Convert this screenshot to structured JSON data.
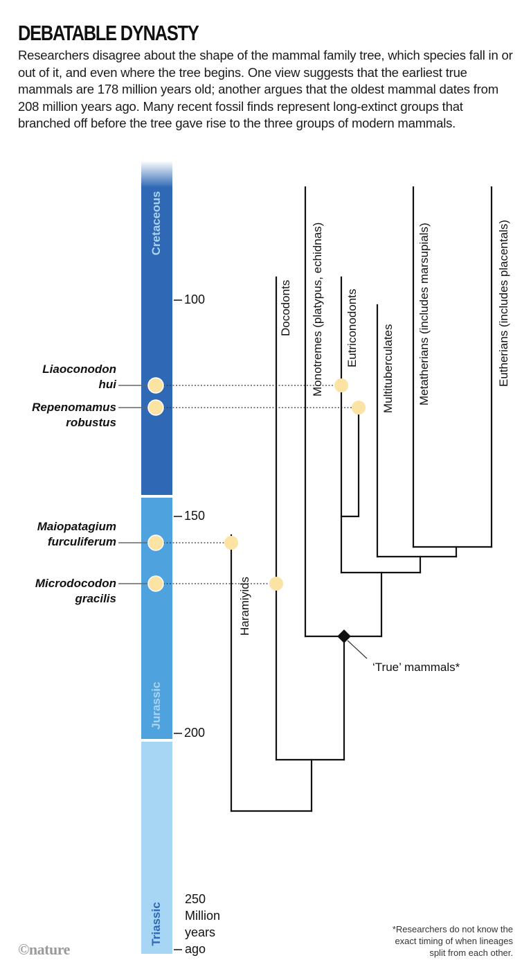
{
  "header": {
    "title": "DEBATABLE DYNASTY",
    "intro": "Researchers disagree about the shape of the mammal family tree, which species fall in or out of it, and even where the tree begins. One view suggests that the earliest true mammals are 178 million years old; another argues that the oldest mammal dates from 208 million years ago. Many recent fossil finds represent long-extinct groups that branched off before the tree gave rise to the three groups of modern mammals."
  },
  "timescale": {
    "ticks": [
      "100",
      "150",
      "200",
      "250"
    ],
    "units": [
      "Million",
      "years",
      "ago"
    ],
    "periods": [
      {
        "name": "Cretaceous",
        "color": "#2f68b4"
      },
      {
        "name": "Jurassic",
        "color": "#4ea3de"
      },
      {
        "name": "Triassic",
        "color": "#a6d6f4"
      }
    ]
  },
  "fossils": [
    {
      "genus": "Liaoconodon",
      "species": "hui",
      "age_mya": 120
    },
    {
      "genus": "Repenomamus",
      "species": "robustus",
      "age_mya": 125
    },
    {
      "genus": "Maiopatagium",
      "species": "furculiferum",
      "age_mya": 160
    },
    {
      "genus": "Microdocodon",
      "species": "gracilis",
      "age_mya": 165
    }
  ],
  "clades": {
    "haramiyids": "Haramiyids",
    "docodonts": "Docodonts",
    "monotremes": "Monotremes (platypus, echidnas)",
    "eutriconodonts": "Eutriconodonts",
    "multituberculates": "Multituberculates",
    "metatherians": "Metatherians (includes marsupials)",
    "eutherians": "Eutherians (includes placentals)"
  },
  "annotations": {
    "true_mammals": "‘True’ mammals*",
    "footnote": [
      "*Researchers do not know the",
      "exact timing of when lineages",
      "split from each other."
    ]
  },
  "colors": {
    "fossil_dot": "#fbe3a4",
    "line": "#111111"
  },
  "credit": "©nature"
}
